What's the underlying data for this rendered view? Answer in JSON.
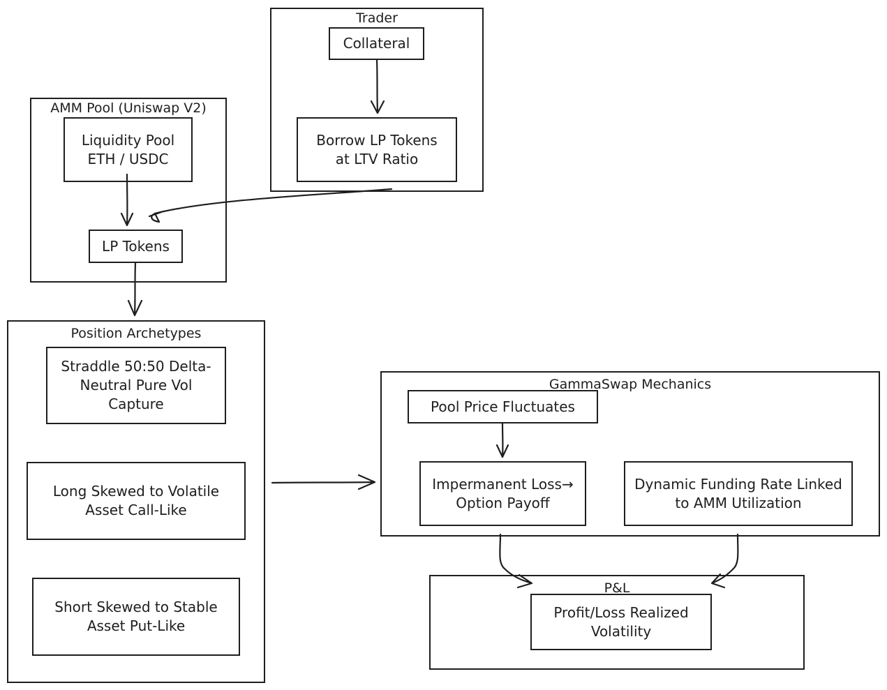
{
  "groups": {
    "trader": "Trader",
    "amm_pool": "AMM Pool (Uniswap V2)",
    "archetypes": "Position Archetypes",
    "mechanics": "GammaSwap Mechanics",
    "pnl": "P&L"
  },
  "nodes": {
    "collateral": "Collateral",
    "borrow": "Borrow LP Tokens\nat LTV Ratio",
    "liquidity_pool": "Liquidity Pool\nETH / USDC",
    "lp_tokens": "LP Tokens",
    "straddle": "Straddle 50:50 Delta-\nNeutral Pure Vol\nCapture",
    "long": "Long Skewed to Volatile\nAsset Call-Like",
    "short": "Short Skewed to Stable\nAsset Put-Like",
    "price_fluctuates": "Pool Price Fluctuates",
    "impermanent_loss": "Impermanent Loss→\nOption Payoff",
    "funding_rate": "Dynamic Funding Rate Linked\nto AMM Utilization",
    "profit_loss": "Profit/Loss Realized\nVolatility"
  },
  "edges": [
    {
      "from": "collateral",
      "to": "borrow"
    },
    {
      "from": "borrow",
      "to": "lp_tokens"
    },
    {
      "from": "liquidity_pool",
      "to": "lp_tokens"
    },
    {
      "from": "lp_tokens",
      "to": "archetypes"
    },
    {
      "from": "archetypes",
      "to": "mechanics"
    },
    {
      "from": "price_fluctuates",
      "to": "impermanent_loss"
    },
    {
      "from": "impermanent_loss",
      "to": "profit_loss"
    },
    {
      "from": "funding_rate",
      "to": "profit_loss"
    }
  ]
}
